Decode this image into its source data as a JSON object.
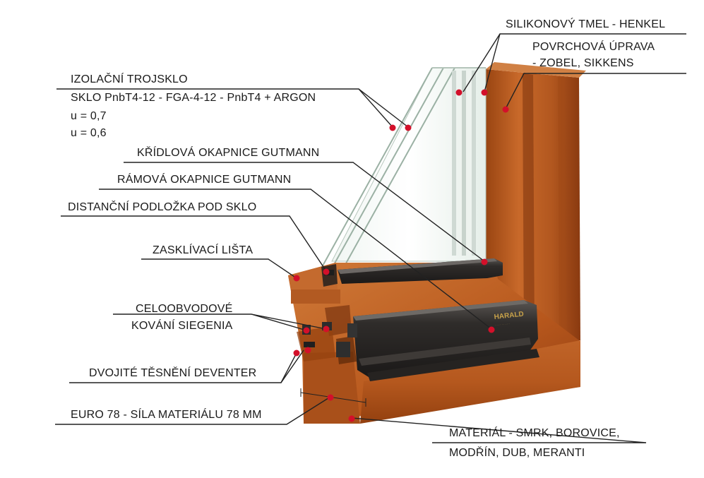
{
  "labels": {
    "triple_glass": "IZOLAČNÍ TROJSKLO",
    "glass_spec": "SKLO PnbT4-12 - FGA-4-12 - PnbT4 + ARGON",
    "u_value_1": "u = 0,7",
    "u_value_2": "u = 0,6",
    "sash_drip": "KŘÍDLOVÁ OKAPNICE GUTMANN",
    "frame_drip": "RÁMOVÁ OKAPNICE GUTMANN",
    "spacer_pad": "DISTANČNÍ PODLOŽKA POD SKLO",
    "glazing_bead": "ZASKLÍVACÍ LIŠTA",
    "hardware_line1": "CELOOBVODOVÉ",
    "hardware_line2": "KOVÁNÍ SIEGENIA",
    "double_seal": "DVOJITÉ TĚSNĚNÍ DEVENTER",
    "euro78": "EURO 78 - SÍLA MATERIÁLU 78 MM",
    "silicone": "SILIKONOVÝ TMEL - HENKEL",
    "surface_line1": "POVRCHOVÁ ÚPRAVA",
    "surface_line2": "- ZOBEL, SIKKENS",
    "material_line1": "MATERIÁL - SMRK, BOROVICE,",
    "material_line2": "MODŘÍN, DUB, MERANTI",
    "brand": "HARALD"
  },
  "colors": {
    "marker": "#d3102a",
    "wood_light": "#c86a2a",
    "wood_dark": "#8e3c12",
    "drip_dark": "#2f2c2a",
    "line": "#222222"
  }
}
